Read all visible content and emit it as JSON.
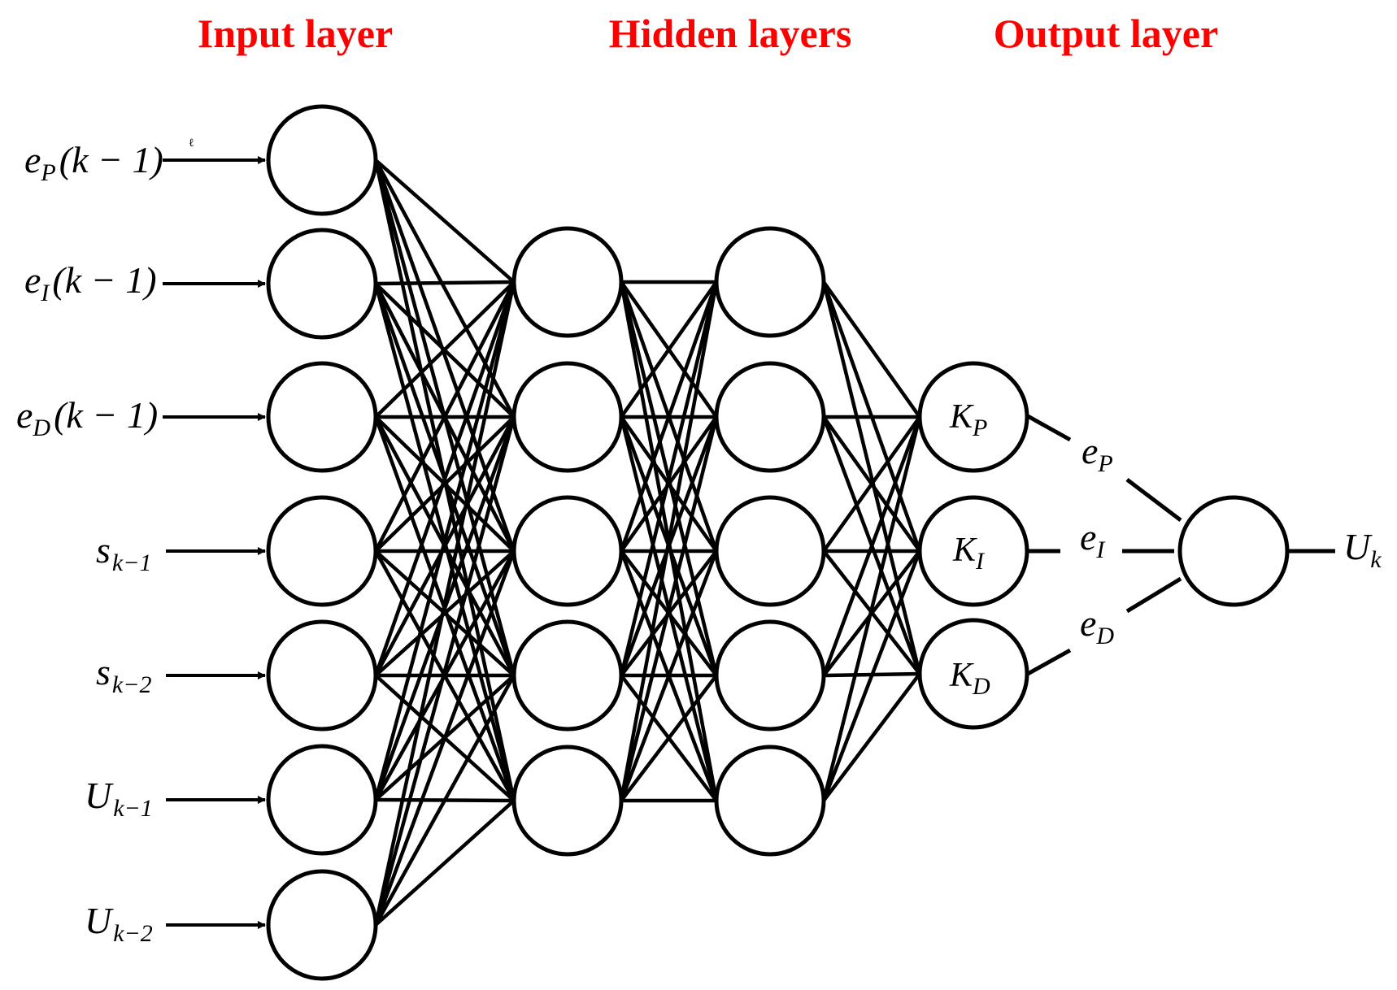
{
  "headers": {
    "input": "Input layer",
    "hidden": "Hidden layers",
    "output": "Output layer",
    "color": "#ff0000"
  },
  "inputs": [
    {
      "base": "e",
      "sub": "P",
      "suffix": "(k − 1)"
    },
    {
      "base": "e",
      "sub": "I",
      "suffix": "(k − 1)"
    },
    {
      "base": "e",
      "sub": "D",
      "suffix": "(k − 1)"
    },
    {
      "base": "s",
      "sub": "k−1",
      "suffix": ""
    },
    {
      "base": "s",
      "sub": "k−2",
      "suffix": ""
    },
    {
      "base": "U",
      "sub": "k−1",
      "suffix": ""
    },
    {
      "base": "U",
      "sub": "k−2",
      "suffix": ""
    }
  ],
  "stray_mark": "ℓ",
  "layers": {
    "input_count": 7,
    "hidden1_count": 5,
    "hidden2_count": 5
  },
  "output_nodes": [
    {
      "base": "K",
      "sub": "P"
    },
    {
      "base": "K",
      "sub": "I"
    },
    {
      "base": "K",
      "sub": "D"
    }
  ],
  "error_labels": [
    {
      "base": "e",
      "sub": "P"
    },
    {
      "base": "e",
      "sub": "I"
    },
    {
      "base": "e",
      "sub": "D"
    }
  ],
  "final_output": {
    "base": "U",
    "sub": "k"
  },
  "colors": {
    "stroke": "#000000",
    "node_fill": "#ffffff"
  }
}
